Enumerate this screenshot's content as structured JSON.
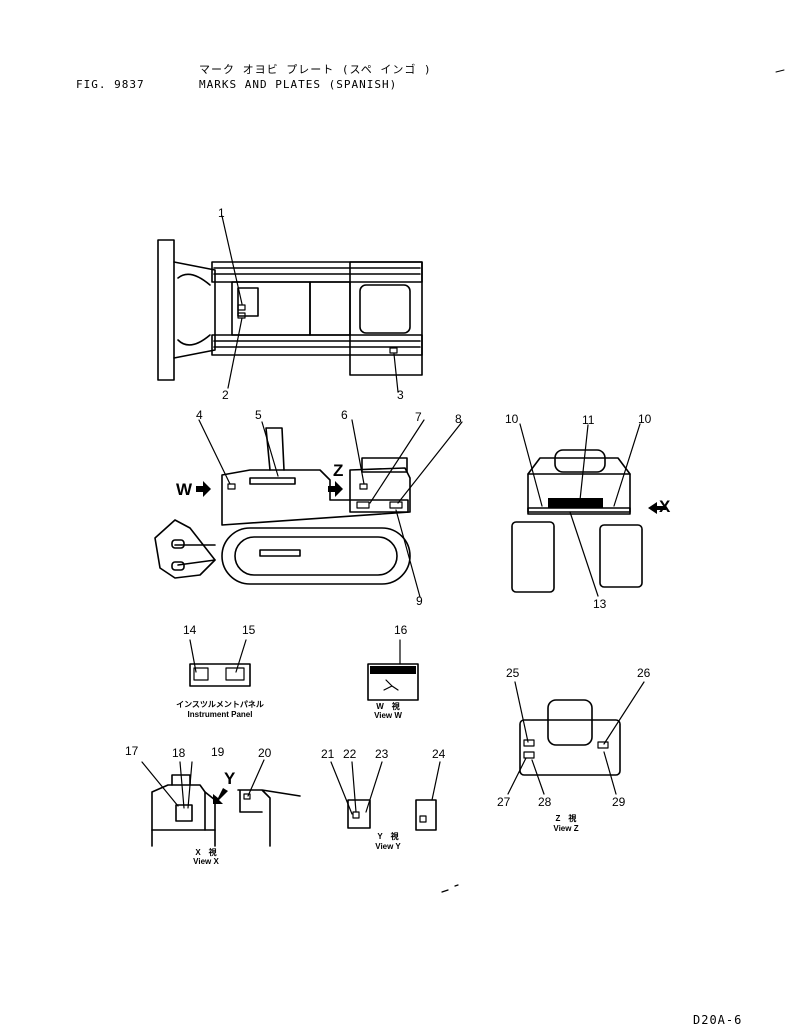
{
  "header": {
    "fig": "FIG. 9837",
    "title_jp": "マーク オヨビ プレート (スペ インゴ )",
    "title_en": "MARKS AND PLATES (SPANISH)"
  },
  "callouts": [
    "1",
    "2",
    "3",
    "4",
    "5",
    "6",
    "7",
    "8",
    "9",
    "10",
    "11",
    "13",
    "14",
    "15",
    "16",
    "17",
    "18",
    "19",
    "20",
    "21",
    "22",
    "23",
    "24",
    "25",
    "26",
    "27",
    "28",
    "29"
  ],
  "arrows": {
    "w": "W",
    "z": "Z",
    "x": "X",
    "y": "Y"
  },
  "views": {
    "instrument_panel_jp": "インスツルメントパネル",
    "instrument_panel_en": "Instrument Panel",
    "view_w_jp": "W　視",
    "view_w_en": "View W",
    "view_x_jp": "X　視",
    "view_x_en": "View X",
    "view_y_jp": "Y　視",
    "view_y_en": "View Y",
    "view_z_jp": "Z　視",
    "view_z_en": "View Z"
  },
  "footer": {
    "code": "D20A-6"
  }
}
